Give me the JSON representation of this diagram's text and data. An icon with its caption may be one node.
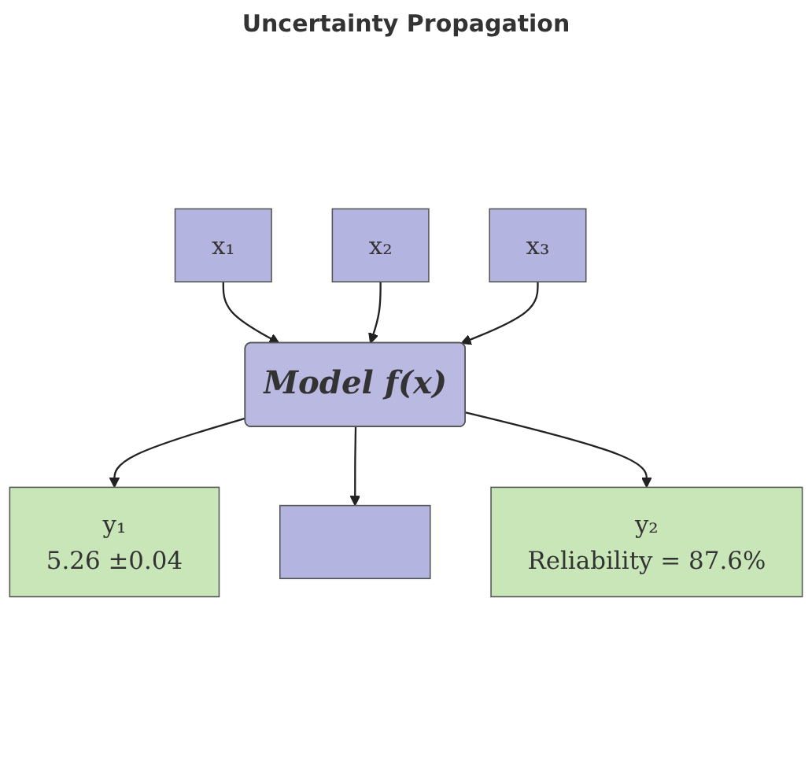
{
  "diagram": {
    "title": "Uncertainty Propagation",
    "nodes": [
      {
        "text": [
          "x₁"
        ]
      },
      {
        "text": [
          "x₂"
        ]
      },
      {
        "text": [
          "x₃"
        ]
      },
      {
        "text": [
          "Model f(x)"
        ]
      },
      {
        "text": [
          "y₁",
          "5.26 ±0.04"
        ]
      },
      {
        "text": [],
        "shape": "box"
      },
      {
        "text": [
          "y₂",
          "Reliability = 87.6%"
        ]
      }
    ],
    "edges": [
      {
        "from": 0,
        "to": 3,
        "arrow": "to"
      },
      {
        "from": 1,
        "to": 3,
        "arrow": "to"
      },
      {
        "from": 2,
        "to": 3,
        "arrow": "to"
      },
      {
        "from": 3,
        "to": 4,
        "arrow": "to"
      },
      {
        "from": 3,
        "to": 5,
        "arrow": "to"
      },
      {
        "from": 3,
        "to": 6,
        "arrow": "to"
      }
    ]
  }
}
